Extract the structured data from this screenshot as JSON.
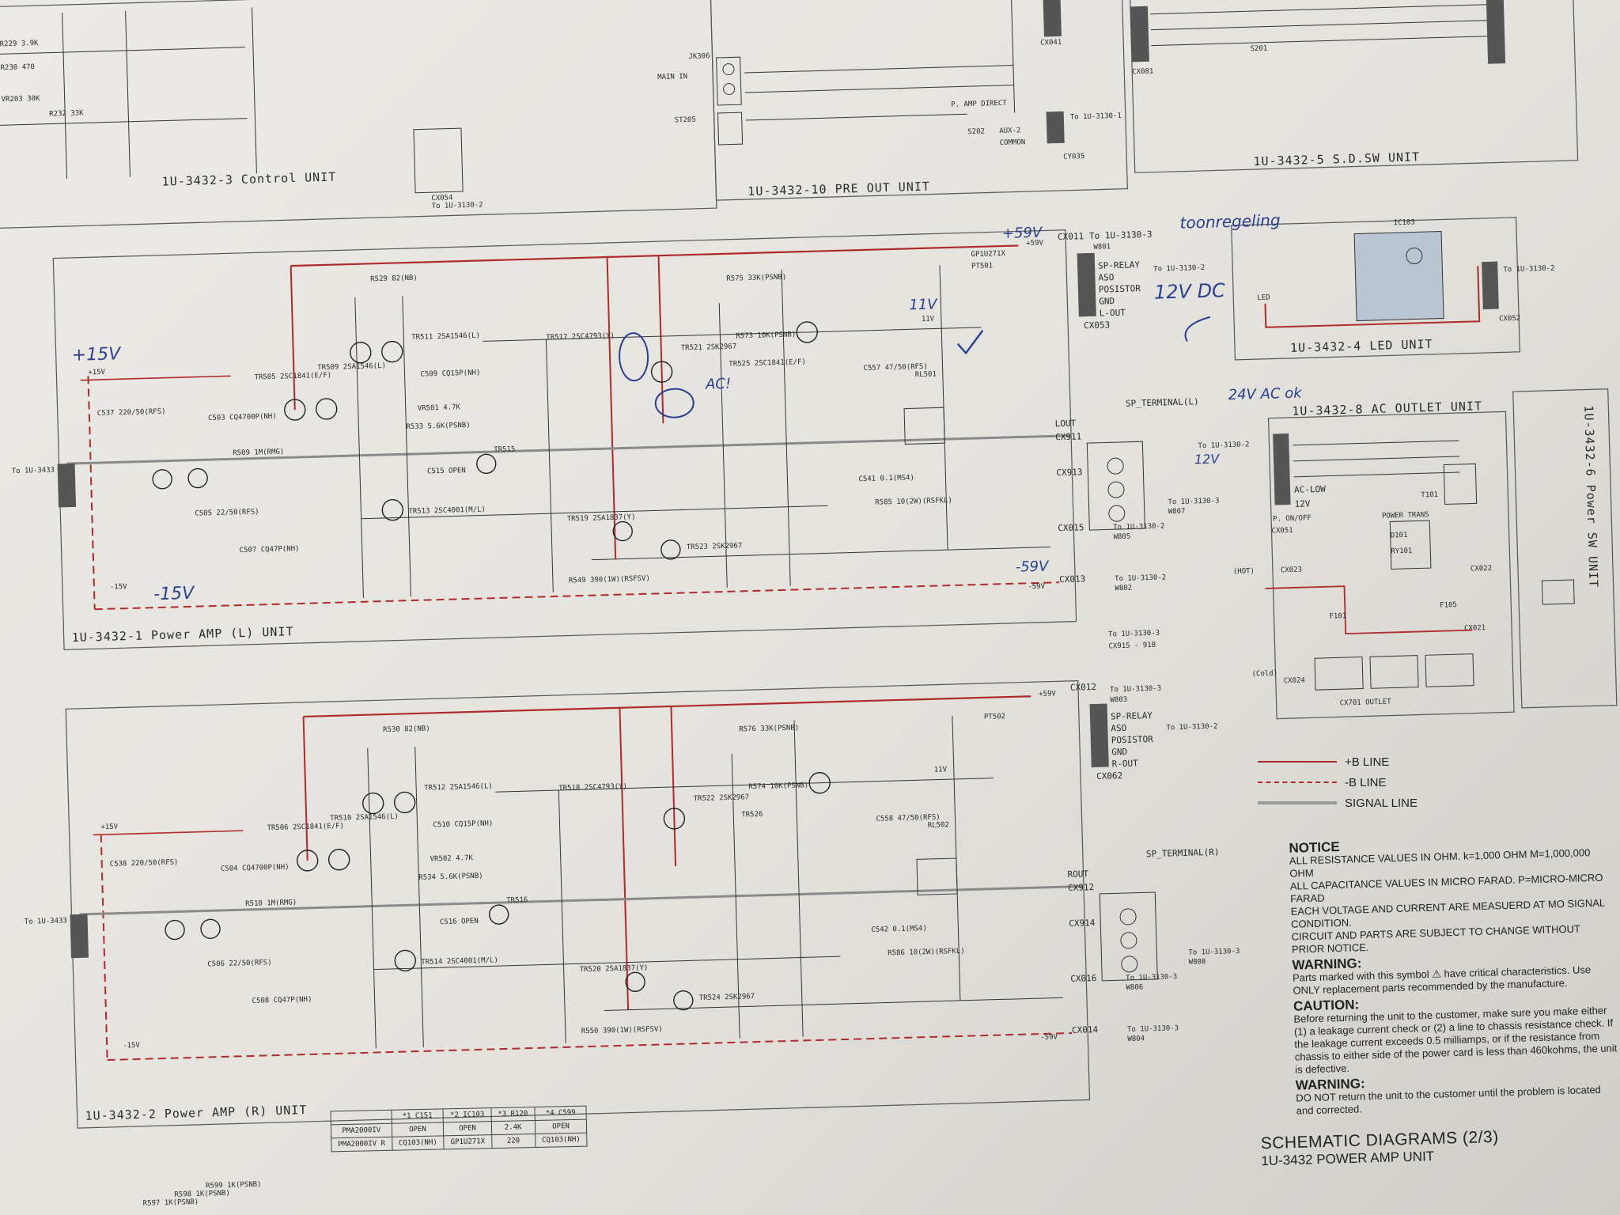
{
  "units": {
    "control": "1U-3432-3  Control UNIT",
    "pre_out": "1U-3432-10 PRE OUT UNIT",
    "sd_sw": "1U-3432-5   S.D.SW UNIT",
    "led": "1U-3432-4  LED UNIT",
    "ac_outlet": "1U-3432-8  AC OUTLET UNIT",
    "power_sw": "1U-3432-6 Power SW UNIT",
    "amp_l": "1U-3432-1 Power AMP (L) UNIT",
    "amp_r": "1U-3432-2 Power AMP (R) UNIT"
  },
  "connectors": {
    "cx011": "CX011",
    "cx012": "CX012",
    "cx013": "CX013",
    "cx014": "CX014",
    "cx015": "CX015",
    "cx016": "CX016",
    "cx911": "CX911",
    "cx912": "CX912",
    "cx913": "CX913",
    "cx914": "CX914",
    "cx053": "CX053",
    "cx052": "CX052",
    "cx062": "CX062",
    "cx054": "CX054",
    "cx041": "CX041",
    "cx081": "CX081",
    "cx051": "CX051",
    "cx023": "CX023",
    "cx024": "CX024",
    "cx021": "CX021",
    "cx022": "CX022",
    "cx701": "CX701 OUTLET",
    "cy035": "CY035"
  },
  "refs": {
    "to_3130_1": "To 1U-3130-1",
    "to_3130_2": "To 1U-3130-2",
    "to_3130_3": "To 1U-3130-3",
    "to_3433": "To 1U-3433",
    "cx915": "CX915 - 918",
    "w801": "W801",
    "w802": "W802",
    "w803": "W803",
    "w804": "W804",
    "w805": "W805",
    "w806": "W806",
    "w807": "W807",
    "w808": "W808"
  },
  "rails": {
    "plus59": "+59V",
    "minus59": "-59V",
    "plus15": "+15V",
    "minus15": "-15V",
    "v11": "11V"
  },
  "labels": {
    "sp_relay": "SP-RELAY",
    "aso": "ASO",
    "posistor": "POSISTOR",
    "gnd": "GND",
    "l_out": "L-OUT",
    "r_out": "R-OUT",
    "sp_terminal_l": "SP_TERMINAL(L)",
    "sp_terminal_r": "SP_TERMINAL(R)",
    "lout": "LOUT",
    "rout": "ROUT",
    "main_in": "MAIN IN",
    "p_amp_direct": "P. AMP DIRECT",
    "aux2": "AUX-2",
    "common": "COMMON",
    "hot": "(HOT)",
    "cold": "(Cold)",
    "ac_low": "AC-LOW",
    "v12": "12V",
    "p_onoff": "P. ON/OFF",
    "power_trans": "POWER TRANS",
    "ic103": "IC103",
    "ic_part": "GP1U271X",
    "led": "LED",
    "jk306": "JK306",
    "st205": "ST205",
    "s202": "S202",
    "s201": "S201",
    "t101": "T101",
    "d101": "D101",
    "ry101": "RY101",
    "f101": "F101",
    "f105": "F105"
  },
  "transistors_l": [
    "TR509 2SA1546(L)",
    "TR511 2SA1546(L)",
    "TR517 2SC4793(Y)",
    "TR521 2SK2967",
    "TR525 2SC1841(E/F)",
    "TR513 2SC4001(M/L)",
    "TR519 2SA1837(Y)",
    "TR523 2SK2967",
    "TR505 2SC1841(E/F)",
    "TR515"
  ],
  "transistors_r": [
    "TR510 2SA1546(L)",
    "TR512 2SA1546(L)",
    "TR518 2SC4793(Y)",
    "TR522 2SK2967",
    "TR526",
    "TR514 2SC4001(M/L)",
    "TR520 2SA1837(Y)",
    "TR524 2SK2967",
    "TR506 2SC1841(E/F)",
    "TR516"
  ],
  "components_l": [
    "R529 82(NB)",
    "C509 CQ15P(NH)",
    "VR501 4.7K",
    "R533 5.6K(PSNB)",
    "C515 OPEN",
    "R575 33K(PSNB)",
    "R573 10K(PSNB)",
    "C503 CQ4700P(NH)",
    "R509 1M(RMG)",
    "C505 22/50(RFS)",
    "C507 CQ47P(NH)",
    "R549 390(1W)(RSFSV)",
    "R585 10(2W)(RSFKL)",
    "C557 47/50(RFS)",
    "RL501",
    "PT501",
    "C537 220/50(RFS)",
    "C541 0.1(MS4)"
  ],
  "components_r": [
    "R530 82(NB)",
    "C510 CQ15P(NH)",
    "VR502 4.7K",
    "R534 5.6K(PSNB)",
    "C516 OPEN",
    "R576 33K(PSNB)",
    "R574 10K(PSNB)",
    "C504 CQ4700P(NH)",
    "R510 1M(RMG)",
    "C506 22/50(RFS)",
    "C508 CQ47P(NH)",
    "R550 390(1W)(RSFSV)",
    "R586 10(2W)(RSFKL)",
    "C558 47/50(RFS)",
    "RL502",
    "PT502",
    "C538 220/50(RFS)",
    "C542 0.1(MS4)"
  ],
  "handwritten": {
    "plus15v": "+15V",
    "minus15v": "-15V",
    "plus59v": "+59V",
    "minus59v": "-59V",
    "toonregeling": "toonregeling",
    "v12dc": "12V DC",
    "v11": "11V",
    "acv": "AC!",
    "ac24": "24V AC ok",
    "v12ac": "12V"
  },
  "legend": [
    {
      "label": "+B LINE",
      "color": "#b02a2a",
      "style": "solid"
    },
    {
      "label": "-B LINE",
      "color": "#b02a2a",
      "style": "dashed"
    },
    {
      "label": "SIGNAL LINE",
      "color": "#9a9a9a",
      "style": "solid"
    }
  ],
  "notes": {
    "notice_head": "NOTICE",
    "notice_1": "ALL RESISTANCE VALUES IN OHM. k=1,000 OHM M=1,000,000 OHM",
    "notice_2": "ALL CAPACITANCE VALUES IN MICRO FARAD. P=MICRO-MICRO FARAD",
    "notice_3": "EACH VOLTAGE AND CURRENT ARE MEASUERD AT MO SIGNAL CONDITION.",
    "notice_4": "CIRCUIT AND PARTS ARE SUBJECT TO CHANGE WITHOUT PRIOR NOTICE.",
    "warning_head": "WARNING:",
    "warning_1": "Parts marked with this symbol ⚠ have critical characteristics. Use ONLY replacement parts recommended by the manufacture.",
    "caution_head": "CAUTION:",
    "caution_1": "Before returning the unit to the customer, make sure you make either (1) a leakage current check or (2) a line to chassis resistance check. If the leakage current exceeds 0.5 milliamps, or if the resistance from chassis to either side of the power card is less than 460kohms, the unit is defective.",
    "warning2_head": "WARNING:",
    "warning2_1": "DO NOT return the unit to the customer until the problem is located and corrected."
  },
  "title": {
    "main": "SCHEMATIC DIAGRAMS (2/3)",
    "sub": "1U-3432 POWER AMP UNIT"
  },
  "variant_table": {
    "header": [
      "",
      "*1 C151",
      "*2 IC103",
      "*3 R120",
      "*4 C599"
    ],
    "rows": [
      [
        "PMA2000IV",
        "OPEN",
        "OPEN",
        "2.4K",
        "OPEN"
      ],
      [
        "PMA2000IV R",
        "CQ103(NH)",
        "GP1U271X",
        "220",
        "CQ103(NH)"
      ]
    ]
  },
  "bottom_parts": [
    "R597 1K(PSNB)",
    "R598 1K(PSNB)",
    "R599 1K(PSNB)"
  ],
  "colors": {
    "b_line": "#b02a2a",
    "signal": "#8a8a8a",
    "ink": "#2a2a2a",
    "pen": "#2b3f8f"
  }
}
